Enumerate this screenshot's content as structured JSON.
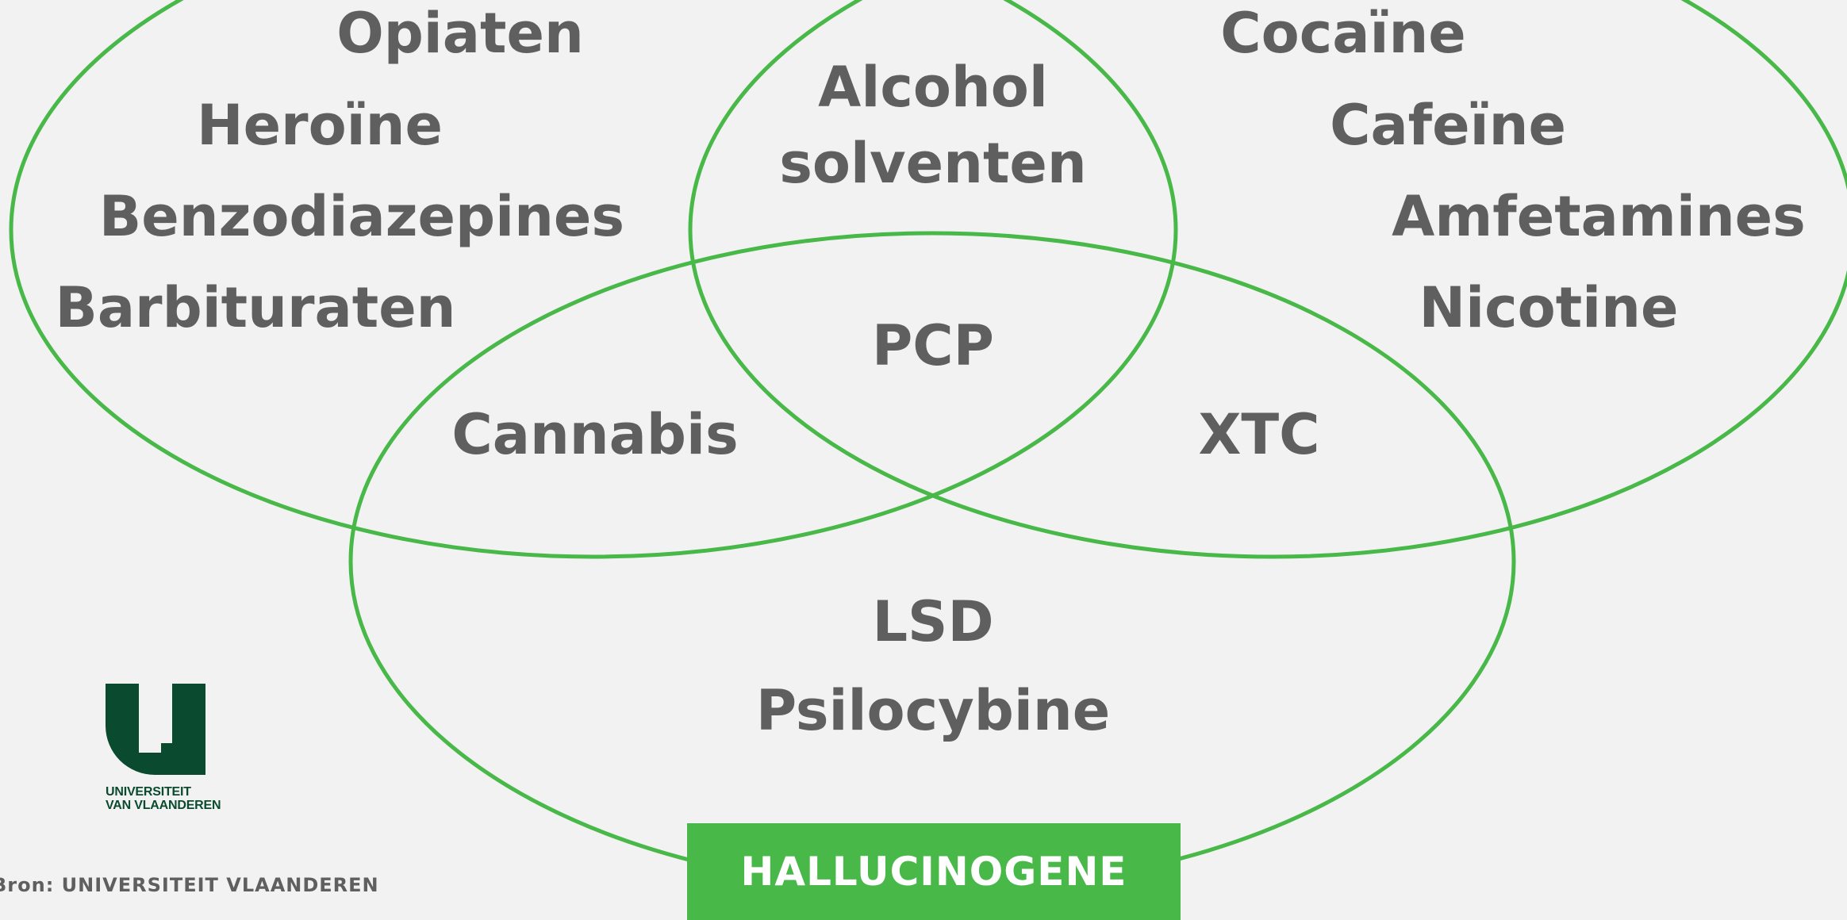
{
  "diagram": {
    "labels": {
      "opiaten": "Opiaten",
      "heroine": "Heroïne",
      "benzodiazepines": "Benzodiazepines",
      "barbituraten": "Barbituraten",
      "alcohol": "Alcohol",
      "solventen": "solventen",
      "cocaine": "Cocaïne",
      "cafeine": "Cafeïne",
      "amfetamines": "Amfetamines",
      "nicotine": "Nicotine",
      "pcp": "PCP",
      "cannabis": "Cannabis",
      "xtc": "XTC",
      "lsd": "LSD",
      "psilocybine": "Psilocybine"
    },
    "banner": "HALLUCINOGENE",
    "colors": {
      "stroke": "#48b848",
      "text": "#5f5f5f",
      "banner_bg": "#48b848",
      "banner_text": "#ffffff",
      "background": "#f2f2f2",
      "logo": "#0a4a2e"
    }
  },
  "logo": {
    "line1": "UNIVERSITEIT",
    "line2": "VAN VLAANDEREN"
  },
  "source": "Bron: UNIVERSITEIT VLAANDEREN"
}
